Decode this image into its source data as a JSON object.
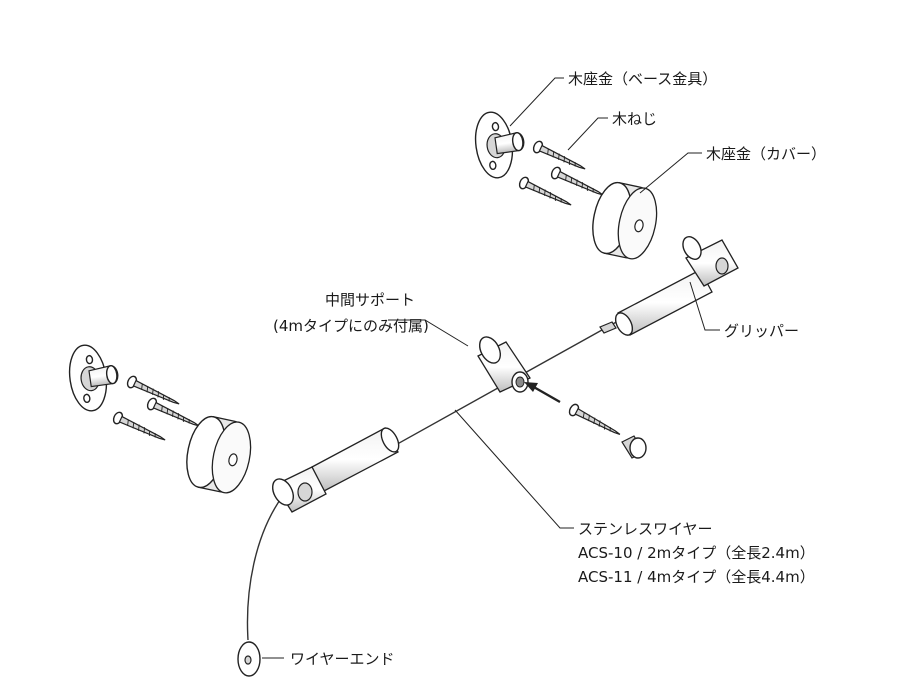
{
  "labels": {
    "wood_washer_base": "木座金（ベース金具）",
    "wood_screw": "木ねじ",
    "wood_washer_cover": "木座金（カバー）",
    "middle_support_1": "中間サポート",
    "middle_support_2": "(4mタイプにのみ付属)",
    "gripper": "グリッパー",
    "stainless_wire": "ステンレスワイヤー",
    "acs10": "ACS-10 / 2mタイプ（全長2.4m）",
    "acs11": "ACS-11 / 4mタイプ（全長4.4m）",
    "wire_end": "ワイヤーエンド"
  }
}
